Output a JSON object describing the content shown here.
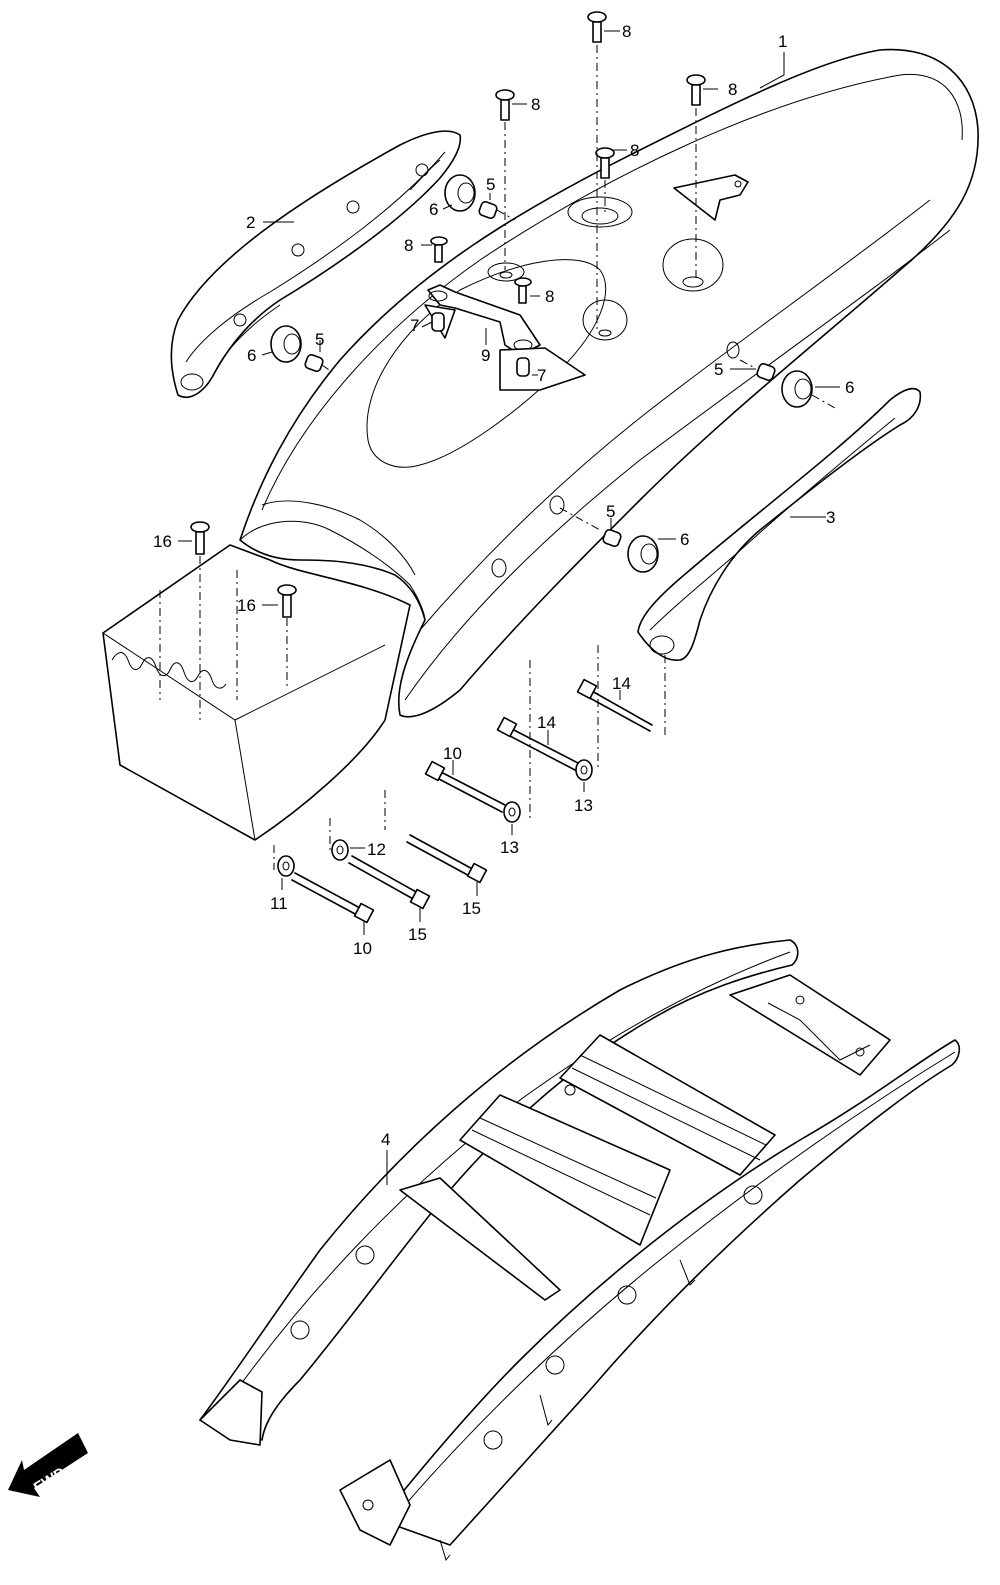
{
  "diagram": {
    "fwd_label": "FWD",
    "callouts": {
      "c1": "1",
      "c2": "2",
      "c3": "3",
      "c4": "4",
      "c5a": "5",
      "c5b": "5",
      "c5c": "5",
      "c5d": "5",
      "c6a": "6",
      "c6b": "6",
      "c6c": "6",
      "c6d": "6",
      "c7a": "7",
      "c7b": "7",
      "c8a": "8",
      "c8b": "8",
      "c8c": "8",
      "c8d": "8",
      "c8e": "8",
      "c8f": "8",
      "c9": "9",
      "c10a": "10",
      "c10b": "10",
      "c11": "11",
      "c12": "12",
      "c13a": "13",
      "c13b": "13",
      "c14a": "14",
      "c14b": "14",
      "c15a": "15",
      "c15b": "15",
      "c16a": "16",
      "c16b": "16"
    }
  }
}
